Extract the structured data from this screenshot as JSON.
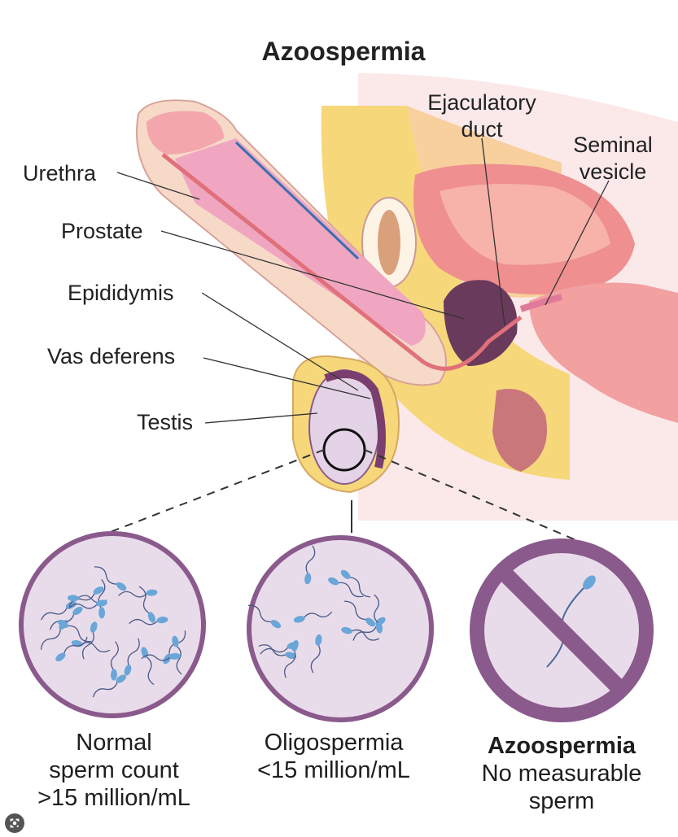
{
  "title": "Azoospermia",
  "labels": {
    "urethra": "Urethra",
    "prostate": "Prostate",
    "epididymis": "Epididymis",
    "vas_deferens": "Vas deferens",
    "testis": "Testis",
    "ejaculatory_duct_line1": "Ejaculatory",
    "ejaculatory_duct_line2": "duct",
    "seminal_vesicle_line1": "Seminal",
    "seminal_vesicle_line2": "vesicle"
  },
  "panels": [
    {
      "lines": [
        "Normal",
        "sperm count",
        ">15 million/mL"
      ]
    },
    {
      "lines": [
        "Oligospermia",
        "<15 million/mL"
      ]
    },
    {
      "title": "Azoospermia",
      "lines": [
        "No measurable",
        "sperm"
      ]
    }
  ],
  "colors": {
    "circle_border": "#8a5a8c",
    "circle_fill": "#e9dcea",
    "sperm": "#6aa6d8",
    "tissue_pink": "#f1a0a8",
    "fat_yellow": "#f6d77a"
  }
}
